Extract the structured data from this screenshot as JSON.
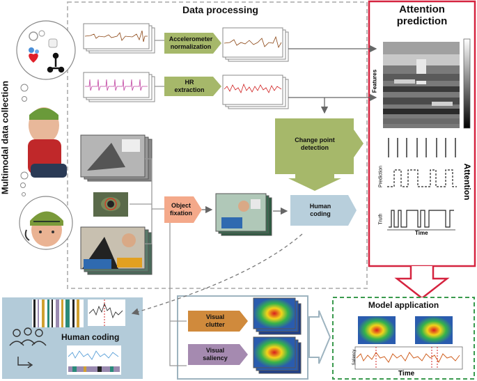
{
  "titles": {
    "side": "Multimodal data collection",
    "processing": "Data processing",
    "attention_line1": "Attention",
    "attention_line2": "prediction",
    "model": "Model application"
  },
  "boxes": {
    "acc_line1": "Accelerometer",
    "acc_line2": "normalization",
    "hr_line1": "HR",
    "hr_line2": "extraction",
    "change_line1": "Change point",
    "change_line2": "detection",
    "object_line1": "Object",
    "object_line2": "fixation",
    "human_line1": "Human",
    "human_line2": "coding",
    "clutter_line1": "Visual",
    "clutter_line2": "clutter",
    "saliency_line1": "Visual",
    "saliency_line2": "saliency"
  },
  "panel_labels": {
    "features": "Features",
    "attention": "Attention",
    "prediction": "Prediction",
    "truth": "Truth",
    "time": "Time",
    "human_coding": "Human coding",
    "saliency": "Saliency",
    "model_time": "Time"
  },
  "colors": {
    "olive": "#a6b86a",
    "salmon": "#f4a98a",
    "lightblue": "#b8cfdc",
    "orange": "#d08a3c",
    "purple": "#a58ab0",
    "red_frame": "#d5233f",
    "green_frame": "#3a9a4e"
  }
}
